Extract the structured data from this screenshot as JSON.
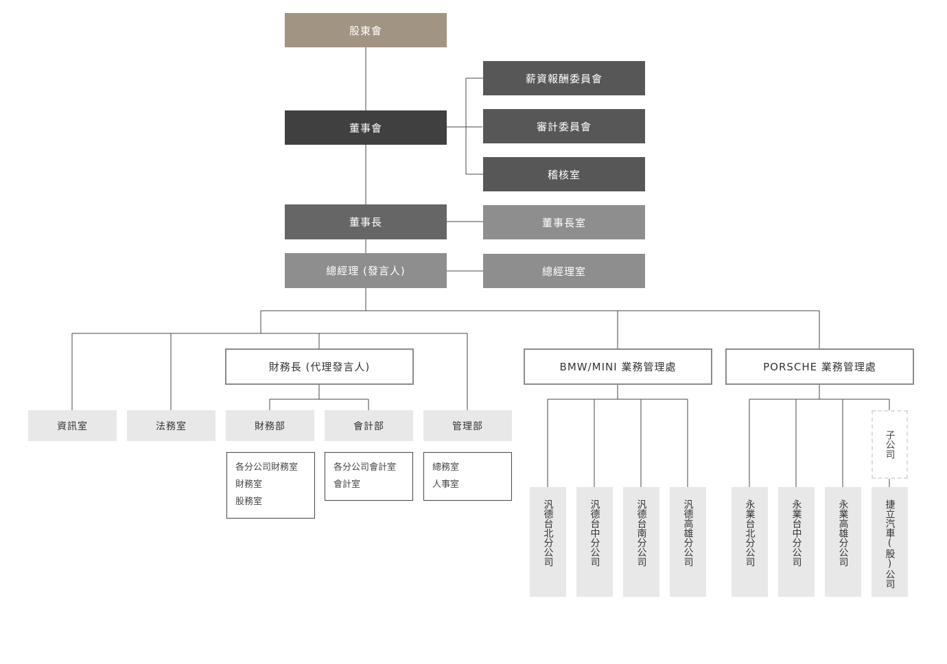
{
  "top": {
    "shareholders": "股東會",
    "board": "董事會",
    "chairman": "董事長",
    "president": "總經理 (發言人)"
  },
  "board_committees": [
    "薪資報酬委員會",
    "審計委員會",
    "稽核室"
  ],
  "chairman_office": "董事長室",
  "president_office": "總經理室",
  "departments": {
    "it": "資訊室",
    "legal": "法務室",
    "cfo": "財務長 (代理發言人)",
    "finance": "財務部",
    "accounting": "會計部",
    "management": "管理部"
  },
  "finance_units": [
    "各分公司財務室",
    "財務室",
    "股務室"
  ],
  "accounting_units": [
    "各分公司會計室",
    "會計室"
  ],
  "management_units": [
    "總務室",
    "人事室"
  ],
  "bmw": {
    "title": "BMW/MINI 業務管理處",
    "branches": [
      "汎德台北分公司",
      "汎德台中分公司",
      "汎德台南分公司",
      "汎德高雄分公司"
    ]
  },
  "porsche": {
    "title": "PORSCHE 業務管理處",
    "branches": [
      "永業台北分公司",
      "永業台中分公司",
      "永業高雄分公司"
    ],
    "subsidiary_label": "子公司",
    "subsidiary": "捷立汽車(股)公司"
  }
}
